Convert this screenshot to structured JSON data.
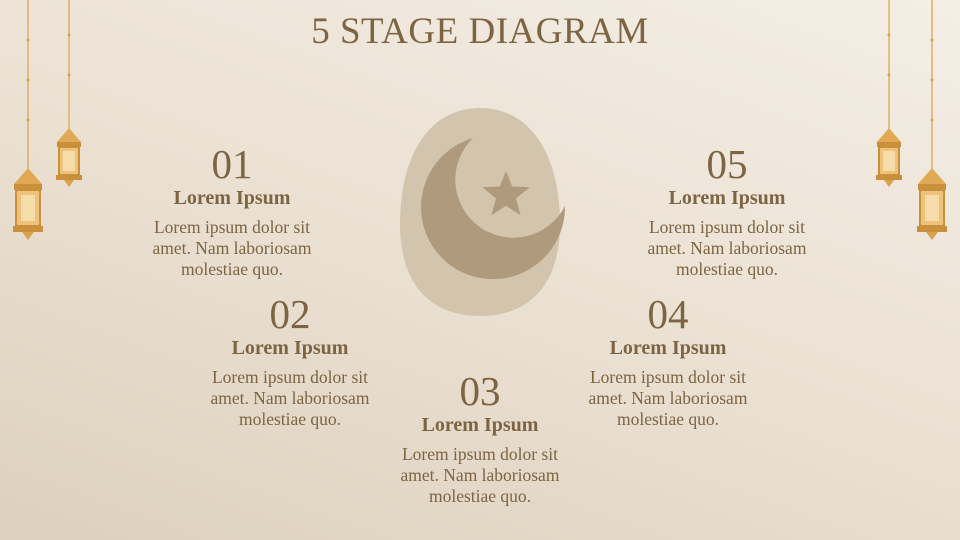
{
  "title": "5 STAGE DIAGRAM",
  "stages": [
    {
      "number": "01",
      "heading": "Lorem Ipsum",
      "body": [
        "Lorem ipsum dolor sit",
        "amet. Nam laboriosam",
        "molestiae quo."
      ]
    },
    {
      "number": "02",
      "heading": "Lorem Ipsum",
      "body": [
        "Lorem ipsum dolor sit",
        "amet. Nam laboriosam",
        "molestiae quo."
      ]
    },
    {
      "number": "03",
      "heading": "Lorem Ipsum",
      "body": [
        "Lorem ipsum dolor sit",
        "amet. Nam laboriosam",
        "molestiae quo."
      ]
    },
    {
      "number": "04",
      "heading": "Lorem Ipsum",
      "body": [
        "Lorem ipsum dolor sit",
        "amet. Nam laboriosam",
        "molestiae quo."
      ]
    },
    {
      "number": "05",
      "heading": "Lorem Ipsum",
      "body": [
        "Lorem ipsum dolor sit",
        "amet. Nam laboriosam",
        "molestiae quo."
      ]
    }
  ],
  "center_icon": "crescent-moon-star-icon",
  "decor_icons": [
    "hanging-lantern-icon"
  ],
  "colors": {
    "text": "#7d6442",
    "emblem_bg": "#d3c4ae",
    "emblem_fg": "#b09a7d",
    "lantern": "#d9a24c"
  }
}
